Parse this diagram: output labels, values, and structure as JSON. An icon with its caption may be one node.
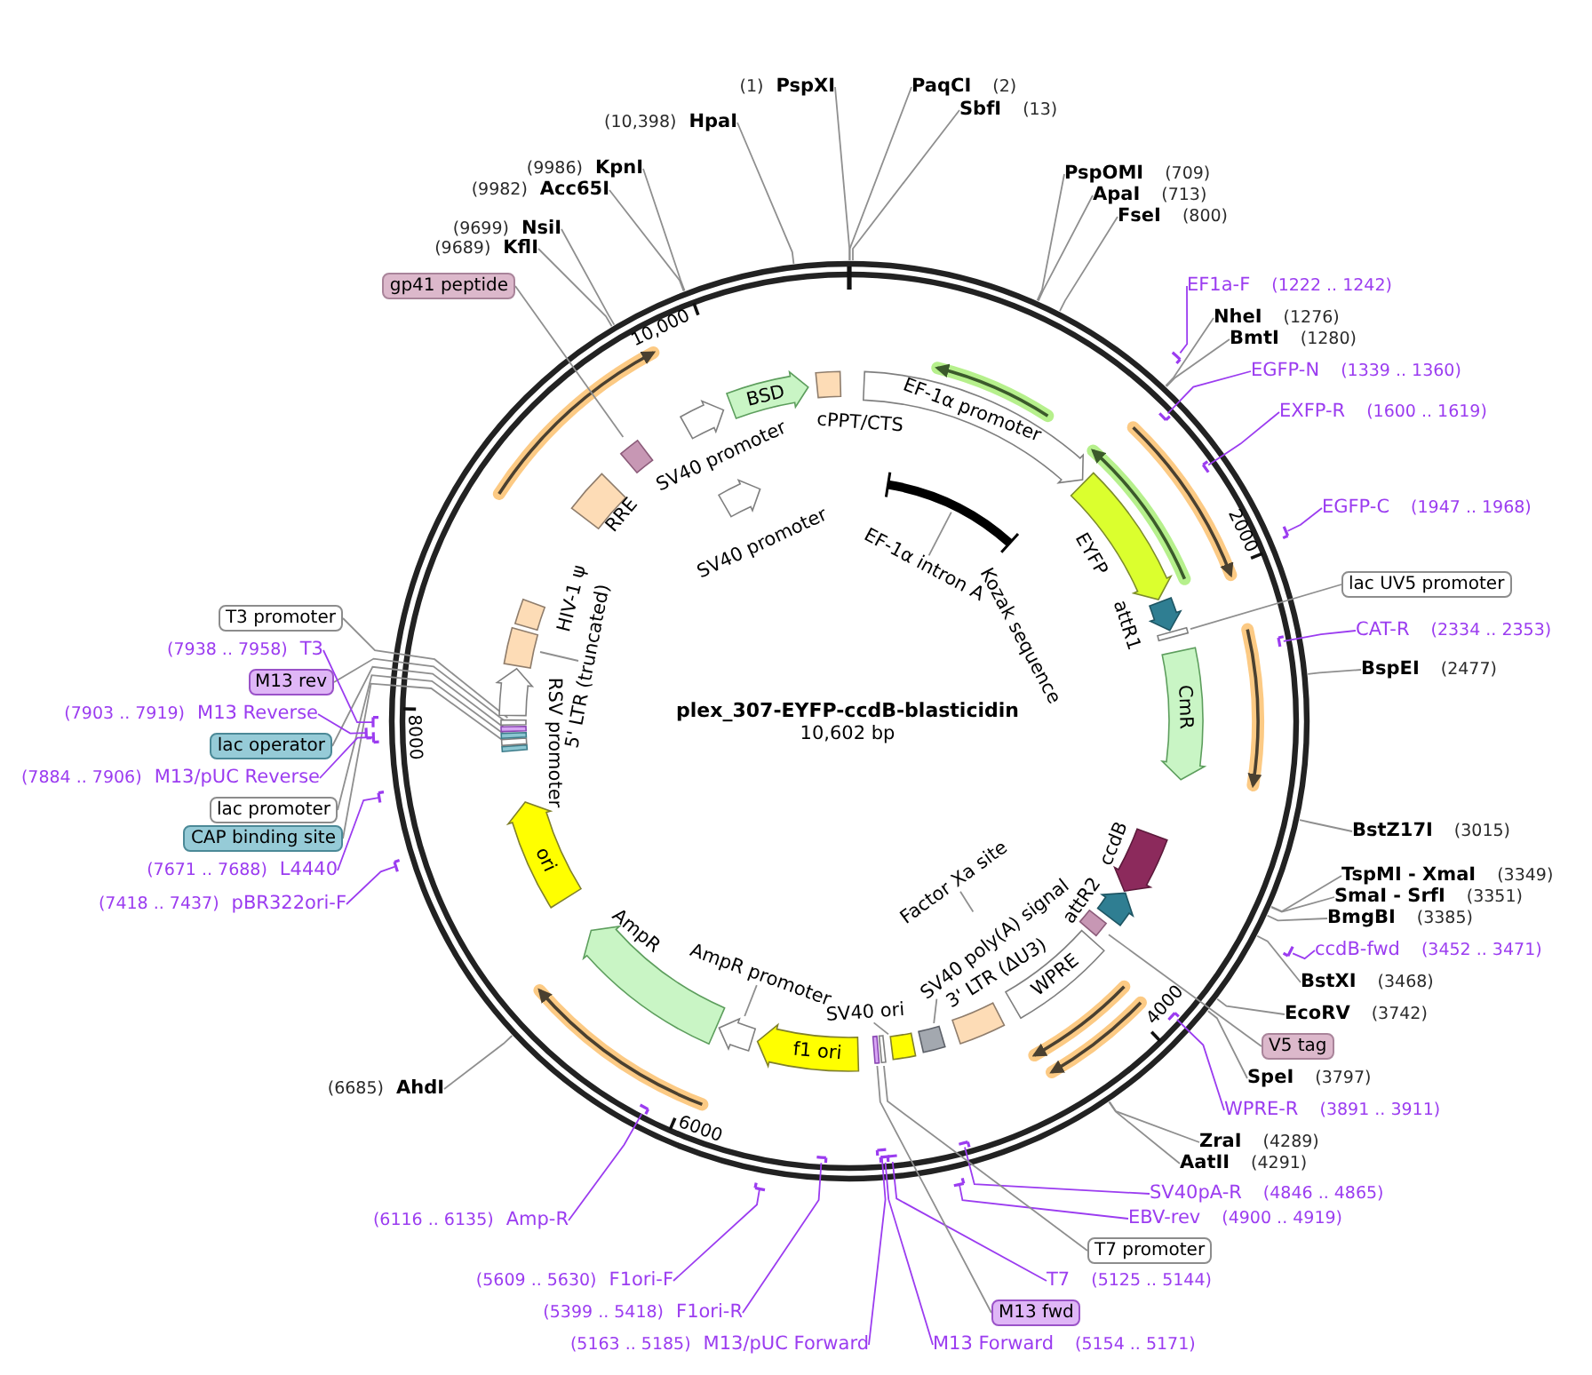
{
  "diagram": {
    "title": "plex_307-EYFP-ccdB-blasticidin",
    "nodes": [
      {
        "text": [
          "(1)",
          "PspXI"
        ]
      },
      {
        "text": [
          "PaqCI",
          "(2)"
        ]
      },
      {
        "text": [
          "SbfI",
          "(13)"
        ]
      },
      {
        "text": [
          "PspOMI",
          "(709)"
        ]
      },
      {
        "text": [
          "ApaI",
          "(713)"
        ]
      },
      {
        "text": [
          "FseI",
          "(800)"
        ]
      },
      {
        "text": [
          "EF1a-F",
          "(1222 .. 1242)"
        ]
      },
      {
        "text": [
          "NheI",
          "(1276)"
        ]
      },
      {
        "text": [
          "BmtI",
          "(1280)"
        ]
      },
      {
        "text": [
          "EGFP-N",
          "(1339 .. 1360)"
        ]
      },
      {
        "text": [
          "EXFP-R",
          "(1600 .. 1619)"
        ]
      },
      {
        "text": [
          "EGFP-C",
          "(1947 .. 1968)"
        ]
      },
      {
        "text": [
          "lac UV5 promoter"
        ]
      },
      {
        "text": [
          "CAT-R",
          "(2334 .. 2353)"
        ]
      },
      {
        "text": [
          "BspEI",
          "(2477)"
        ]
      },
      {
        "text": [
          "BstZ17I",
          "(3015)"
        ]
      },
      {
        "text": [
          "TspMI - XmaI",
          "(3349)"
        ]
      },
      {
        "text": [
          "SmaI - SrfI",
          "(3351)"
        ]
      },
      {
        "text": [
          "BmgBI",
          "(3385)"
        ]
      },
      {
        "text": [
          "ccdB-fwd",
          "(3452 .. 3471)"
        ]
      },
      {
        "text": [
          "BstXI",
          "(3468)"
        ]
      },
      {
        "text": [
          "EcoRV",
          "(3742)"
        ]
      },
      {
        "text": [
          "V5 tag"
        ]
      },
      {
        "text": [
          "SpeI",
          "(3797)"
        ]
      },
      {
        "text": [
          "WPRE-R",
          "(3891 .. 3911)"
        ]
      },
      {
        "text": [
          "ZraI",
          "(4289)"
        ]
      },
      {
        "text": [
          "AatII",
          "(4291)"
        ]
      },
      {
        "text": [
          "SV40pA-R",
          "(4846 .. 4865)"
        ]
      },
      {
        "text": [
          "EBV-rev",
          "(4900 .. 4919)"
        ]
      },
      {
        "text": [
          "T7 promoter"
        ]
      },
      {
        "text": [
          "T7",
          "(5125 .. 5144)"
        ]
      },
      {
        "text": [
          "M13 fwd"
        ]
      },
      {
        "text": [
          "M13 Forward",
          "(5154 .. 5171)"
        ]
      },
      {
        "text": [
          "(5163 .. 5185)",
          "M13/pUC Forward"
        ]
      },
      {
        "text": [
          "(5399 .. 5418)",
          "F1ori-R"
        ]
      },
      {
        "text": [
          "(5609 .. 5630)",
          "F1ori-F"
        ]
      },
      {
        "text": [
          "(6116 .. 6135)",
          "Amp-R"
        ]
      },
      {
        "text": [
          "(6685)",
          "AhdI"
        ]
      },
      {
        "text": [
          "(7418 .. 7437)",
          "pBR322ori-F"
        ]
      },
      {
        "text": [
          "(7671 .. 7688)",
          "L4440"
        ]
      },
      {
        "text": [
          "CAP binding site"
        ]
      },
      {
        "text": [
          "lac promoter"
        ]
      },
      {
        "text": [
          "(7884 .. 7906)",
          "M13/pUC Reverse"
        ]
      },
      {
        "text": [
          "lac operator"
        ]
      },
      {
        "text": [
          "(7903 .. 7919)",
          "M13 Reverse"
        ]
      },
      {
        "text": [
          "M13 rev"
        ]
      },
      {
        "text": [
          "(7938 .. 7958)",
          "T3"
        ]
      },
      {
        "text": [
          "T3 promoter"
        ]
      },
      {
        "text": [
          "gp41 peptide"
        ]
      },
      {
        "text": [
          "(9689)",
          "KflI"
        ]
      },
      {
        "text": [
          "(9699)",
          "NsiI"
        ]
      },
      {
        "text": [
          "(9982)",
          "Acc65I"
        ]
      },
      {
        "text": [
          "(9986)",
          "KpnI"
        ]
      },
      {
        "text": [
          "(10,398)",
          "HpaI"
        ]
      },
      {
        "text": [],
        "shape": "arrow"
      },
      {
        "text": [
          "BSD"
        ]
      },
      {
        "text": [],
        "shape": "box"
      },
      {
        "text": [
          "EF-1α promoter"
        ]
      },
      {
        "text": [],
        "shape": "arrow"
      },
      {
        "text": [],
        "shape": "arrow"
      },
      {
        "text": [
          "CmR"
        ]
      },
      {
        "text": [],
        "shape": "arrow"
      },
      {
        "text": [],
        "shape": "arrow"
      },
      {
        "text": [
          "Factor Xa site"
        ]
      },
      {
        "text": [
          "SV40 poly(A) signal"
        ]
      },
      {
        "text": [],
        "shape": "box"
      },
      {
        "text": [
          "WPRE"
        ]
      },
      {
        "text": [
          "SV40 ori"
        ]
      },
      {
        "text": [
          "f1 ori"
        ]
      },
      {
        "text": [
          "AmpR promoter"
        ]
      },
      {
        "text": [],
        "shape": "arrow"
      },
      {
        "text": [
          "ori"
        ]
      },
      {
        "text": [],
        "shape": "arrow"
      },
      {
        "text": [
          "5' LTR (truncated)"
        ]
      },
      {
        "text": [],
        "shape": "box"
      },
      {
        "text": [],
        "shape": "box"
      },
      {
        "text": [],
        "shape": "arrow"
      },
      {
        "text": [
          "EF-1α intron A"
        ]
      },
      {
        "text": [],
        "shape": "bar"
      },
      {
        "text": [],
        "shape": "bar"
      },
      {
        "text": [],
        "shape": "bar"
      },
      {
        "text": [],
        "shape": "bar"
      },
      {
        "text": [],
        "shape": "bar"
      },
      {
        "text": [],
        "shape": "bar"
      },
      {
        "text": [],
        "shape": "bar"
      },
      {
        "text": [],
        "shape": "bar"
      },
      {
        "text": [],
        "shape": "bar"
      },
      {
        "text": [],
        "shape": "bar"
      },
      {
        "text": [],
        "shape": "bar"
      },
      {
        "text": [],
        "shape": "bar"
      },
      {
        "text": [],
        "shape": "bar"
      },
      {
        "text": [],
        "shape": "bar"
      },
      {
        "text": [],
        "shape": "bar"
      },
      {
        "text": [],
        "shape": "bar"
      },
      {
        "text": [],
        "shape": "bar"
      },
      {
        "text": [],
        "shape": "bar"
      },
      {
        "text": [],
        "shape": "bar"
      },
      {
        "text": [],
        "shape": "bar"
      },
      {
        "text": [],
        "shape": "box"
      },
      {
        "text": [],
        "shape": "box"
      },
      {
        "text": [],
        "shape": "box"
      },
      {
        "text": [],
        "shape": "box"
      },
      {
        "text": [],
        "shape": "box"
      },
      {
        "text": [],
        "shape": "box"
      },
      {
        "text": [],
        "shape": "box"
      },
      {
        "text": [],
        "shape": "box"
      },
      {
        "text": [],
        "shape": "box"
      },
      {
        "text": [],
        "shape": "box"
      },
      {
        "text": [],
        "shape": "box"
      },
      {
        "text": [],
        "shape": "box"
      },
      {
        "text": [],
        "shape": "arrow"
      },
      {
        "text": [],
        "shape": "box"
      },
      {
        "text": [],
        "shape": "bar"
      }
    ],
    "edges": [
      {
        "from": 0,
        "to": null,
        "arrow": "none"
      },
      {
        "from": 1,
        "to": null,
        "arrow": "none"
      },
      {
        "from": 2,
        "to": null,
        "arrow": "none"
      },
      {
        "from": 3,
        "to": null,
        "arrow": "none"
      },
      {
        "from": 4,
        "to": null,
        "arrow": "none"
      },
      {
        "from": 5,
        "to": null,
        "arrow": "none"
      },
      {
        "from": 6,
        "to": 78,
        "arrow": "none",
        "color": "#9b3cf0"
      },
      {
        "from": 7,
        "to": null,
        "arrow": "none"
      },
      {
        "from": 8,
        "to": null,
        "arrow": "none"
      },
      {
        "from": 9,
        "to": 79,
        "arrow": "none",
        "color": "#9b3cf0"
      },
      {
        "from": 10,
        "to": 80,
        "arrow": "none",
        "color": "#9b3cf0"
      },
      {
        "from": 11,
        "to": 81,
        "arrow": "none",
        "color": "#9b3cf0"
      },
      {
        "from": 12,
        "to": 98,
        "arrow": "none"
      },
      {
        "from": 13,
        "to": 82,
        "arrow": "none",
        "color": "#9b3cf0"
      },
      {
        "from": 14,
        "to": null,
        "arrow": "none"
      },
      {
        "from": 15,
        "to": null,
        "arrow": "none"
      },
      {
        "from": 16,
        "to": null,
        "arrow": "none"
      },
      {
        "from": 17,
        "to": null,
        "arrow": "none"
      },
      {
        "from": 18,
        "to": null,
        "arrow": "none"
      },
      {
        "from": 19,
        "to": 83,
        "arrow": "none",
        "color": "#9b3cf0"
      },
      {
        "from": 20,
        "to": null,
        "arrow": "none"
      },
      {
        "from": 21,
        "to": null,
        "arrow": "none"
      },
      {
        "from": 22,
        "to": 99,
        "arrow": "none"
      },
      {
        "from": 23,
        "to": null,
        "arrow": "none"
      },
      {
        "from": 24,
        "to": 84,
        "arrow": "none",
        "color": "#9b3cf0"
      },
      {
        "from": 25,
        "to": null,
        "arrow": "none"
      },
      {
        "from": 26,
        "to": null,
        "arrow": "none"
      },
      {
        "from": 27,
        "to": 85,
        "arrow": "none",
        "color": "#9b3cf0"
      },
      {
        "from": 28,
        "to": 86,
        "arrow": "none",
        "color": "#9b3cf0"
      },
      {
        "from": 29,
        "to": 100,
        "arrow": "none"
      },
      {
        "from": 30,
        "to": 87,
        "arrow": "none",
        "color": "#9b3cf0"
      },
      {
        "from": 31,
        "to": 101,
        "arrow": "none"
      },
      {
        "from": 32,
        "to": 88,
        "arrow": "none",
        "color": "#9b3cf0"
      },
      {
        "from": 33,
        "to": 89,
        "arrow": "none",
        "color": "#9b3cf0"
      },
      {
        "from": 34,
        "to": 90,
        "arrow": "none",
        "color": "#9b3cf0"
      },
      {
        "from": 35,
        "to": 91,
        "arrow": "none",
        "color": "#9b3cf0"
      },
      {
        "from": 36,
        "to": 92,
        "arrow": "none",
        "color": "#9b3cf0"
      },
      {
        "from": 37,
        "to": null,
        "arrow": "none"
      },
      {
        "from": 38,
        "to": 93,
        "arrow": "none",
        "color": "#9b3cf0"
      },
      {
        "from": 39,
        "to": 94,
        "arrow": "none",
        "color": "#9b3cf0"
      },
      {
        "from": 40,
        "to": 102,
        "arrow": "none"
      },
      {
        "from": 41,
        "to": 103,
        "arrow": "none"
      },
      {
        "from": 42,
        "to": 95,
        "arrow": "none",
        "color": "#9b3cf0"
      },
      {
        "from": 43,
        "to": 104,
        "arrow": "none"
      },
      {
        "from": 44,
        "to": 96,
        "arrow": "none",
        "color": "#9b3cf0"
      },
      {
        "from": 45,
        "to": 105,
        "arrow": "none"
      },
      {
        "from": 46,
        "to": 97,
        "arrow": "none",
        "color": "#9b3cf0"
      },
      {
        "from": 47,
        "to": 106,
        "arrow": "none"
      },
      {
        "from": 48,
        "to": 107,
        "arrow": "none"
      },
      {
        "from": 49,
        "to": null,
        "arrow": "none"
      },
      {
        "from": 50,
        "to": null,
        "arrow": "none"
      },
      {
        "from": 51,
        "to": null,
        "arrow": "none"
      },
      {
        "from": 52,
        "to": null,
        "arrow": "none"
      },
      {
        "from": 53,
        "to": null,
        "arrow": "none"
      },
      {
        "from": 63,
        "to": null,
        "arrow": "none"
      },
      {
        "from": 64,
        "to": 109,
        "arrow": "none"
      },
      {
        "from": 67,
        "to": 108,
        "arrow": "none"
      },
      {
        "from": 69,
        "to": 110,
        "arrow": "none"
      },
      {
        "from": 73,
        "to": 111,
        "arrow": "none"
      },
      {
        "from": 77,
        "to": 112,
        "arrow": "none"
      }
    ],
    "labels": [
      "SV40 promoter",
      "cPPT/CTS",
      "EYFP",
      "attR1",
      "ccdB",
      "attR2",
      "3' LTR (ΔU3)",
      "AmpR",
      "RSV promoter",
      "HIV-1 ψ",
      "RRE",
      "SV40 promoter",
      "Kozak sequence",
      "2000",
      "4000",
      "6000",
      "8000",
      "10,000",
      "10,602 bp"
    ]
  }
}
